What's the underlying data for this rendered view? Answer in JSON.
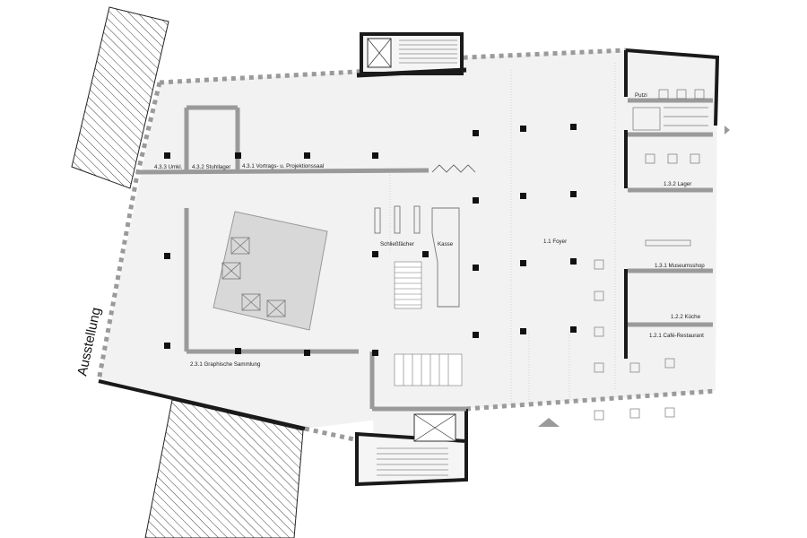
{
  "plan": {
    "side_label": "Ausstellung",
    "rooms": {
      "umkl": "4.3.3 Umkl.",
      "stuhllager": "4.3.2 Stuhllager",
      "vortragssaal": "4.3.1 Vortrags- u. Projektionssaal",
      "sammlung": "2.3.1 Graphische Sammlung",
      "schliessfaecher": "Schließfächer",
      "kasse": "Kasse",
      "foyer": "1.1 Foyer",
      "putzmittel": "Putzi",
      "lager": "1.3.2 Lager",
      "museumsshop": "1.3.1 Museumsshop",
      "kueche": "1.2.2 Küche",
      "cafe": "1.2.1 Café-Restaurant"
    }
  },
  "colors": {
    "floor": "#f2f2f2",
    "wall": "#1a1a1a",
    "partition": "#9a9a9a",
    "column": "#111111",
    "core": "#d8d8d8",
    "hatch": "#444444"
  }
}
